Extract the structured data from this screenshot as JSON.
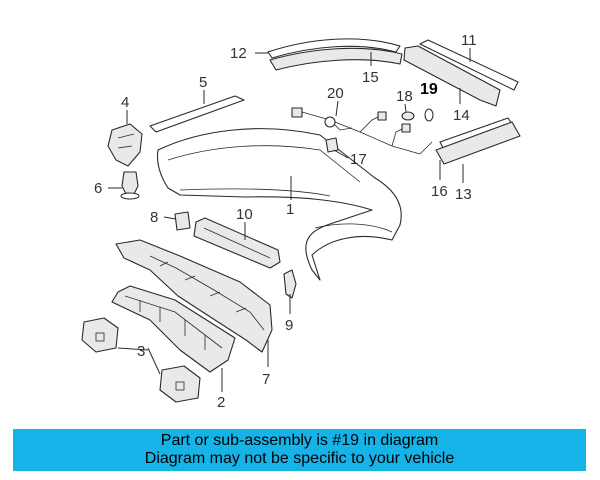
{
  "callouts": {
    "c1": "1",
    "c2": "2",
    "c3": "3",
    "c4": "4",
    "c5": "5",
    "c6": "6",
    "c7": "7",
    "c8": "8",
    "c9": "9",
    "c10": "10",
    "c11": "11",
    "c12": "12",
    "c13": "13",
    "c14": "14",
    "c15": "15",
    "c16": "16",
    "c17": "17",
    "c18": "18",
    "c19": "19"
  },
  "highlighted_part": "19",
  "banner": {
    "line1": "Part or sub-assembly is #19 in diagram",
    "line2": "Diagram may not be specific to your vehicle",
    "background_color": "#15b3e8"
  }
}
